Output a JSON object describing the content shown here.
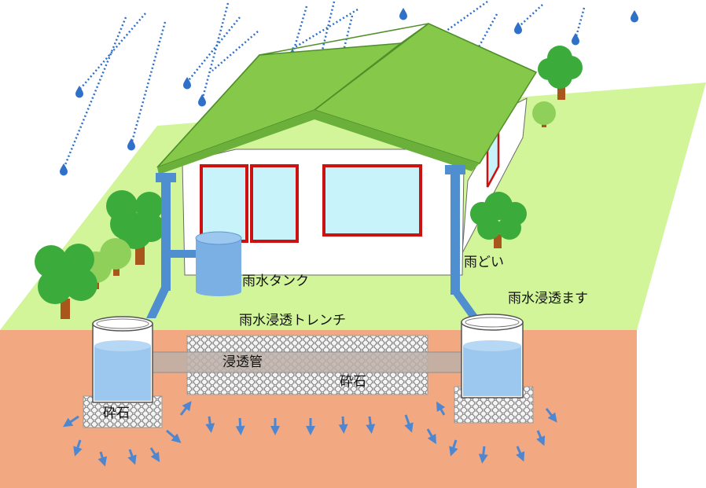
{
  "labels": {
    "rain_tank": "雨水タンク",
    "downspout": "雨どい",
    "infiltration_basin": "雨水浸透ます",
    "infiltration_trench": "雨水浸透トレンチ",
    "infiltration_pipe": "浸透管",
    "gravel_trench": "砕石",
    "gravel_basin": "砕石"
  },
  "colors": {
    "lawn": "#d2f59a",
    "soil": "#f2a982",
    "roof": "#86c94a",
    "wall": "#ffffff",
    "window_frame": "#cc1111",
    "window_glass": "#c8f3fb",
    "pipe": "#4f8fd0",
    "water": "#9cc8ef",
    "rain": "#2f70c8",
    "tree": "#3bab3b",
    "trunk": "#a8561c"
  },
  "icons": [
    "raindrop-icon",
    "tree-icon",
    "seepage-arrow-icon"
  ]
}
